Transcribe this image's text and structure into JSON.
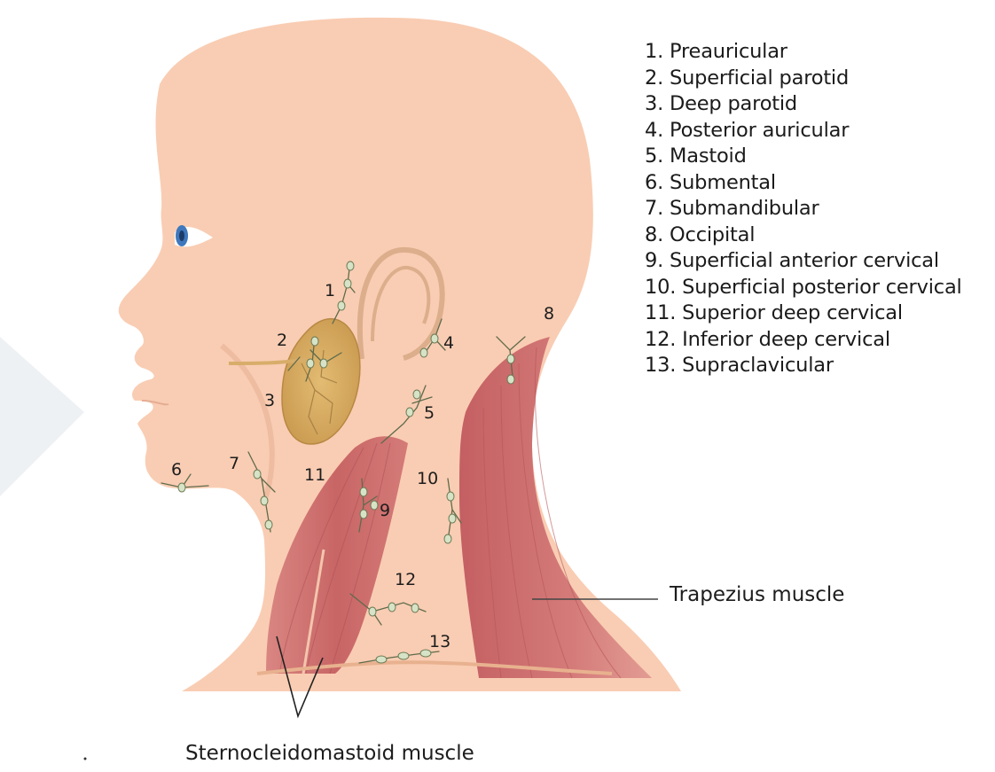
{
  "legend": [
    "1. Preauricular",
    "2. Superficial parotid",
    "3. Deep parotid",
    "4. Posterior auricular",
    "5. Mastoid",
    "6. Submental",
    "7. Submandibular",
    "8. Occipital",
    "9. Superficial anterior cervical",
    "10. Superficial posterior cervical",
    "11. Superior deep cervical",
    "12. Inferior deep cervical",
    "13. Supraclavicular"
  ],
  "markers": [
    "1",
    "2",
    "3",
    "4",
    "5",
    "6",
    "7",
    "8",
    "9",
    "10",
    "11",
    "12",
    "13"
  ],
  "labels": {
    "trapezius": "Trapezius muscle",
    "sternocleidomastoid": "Sternocleidomastoid muscle"
  },
  "colors": {
    "skin": "#f9cdb3",
    "skin_shadow": "#e9ad8d",
    "muscle": "#c96a6b",
    "muscle_light": "#db8a86",
    "parotid": "#d9ad62",
    "lymph_node": "#d6e3c6",
    "lymph_vessel": "#5f6b4c",
    "eye_iris": "#3f78bd"
  }
}
